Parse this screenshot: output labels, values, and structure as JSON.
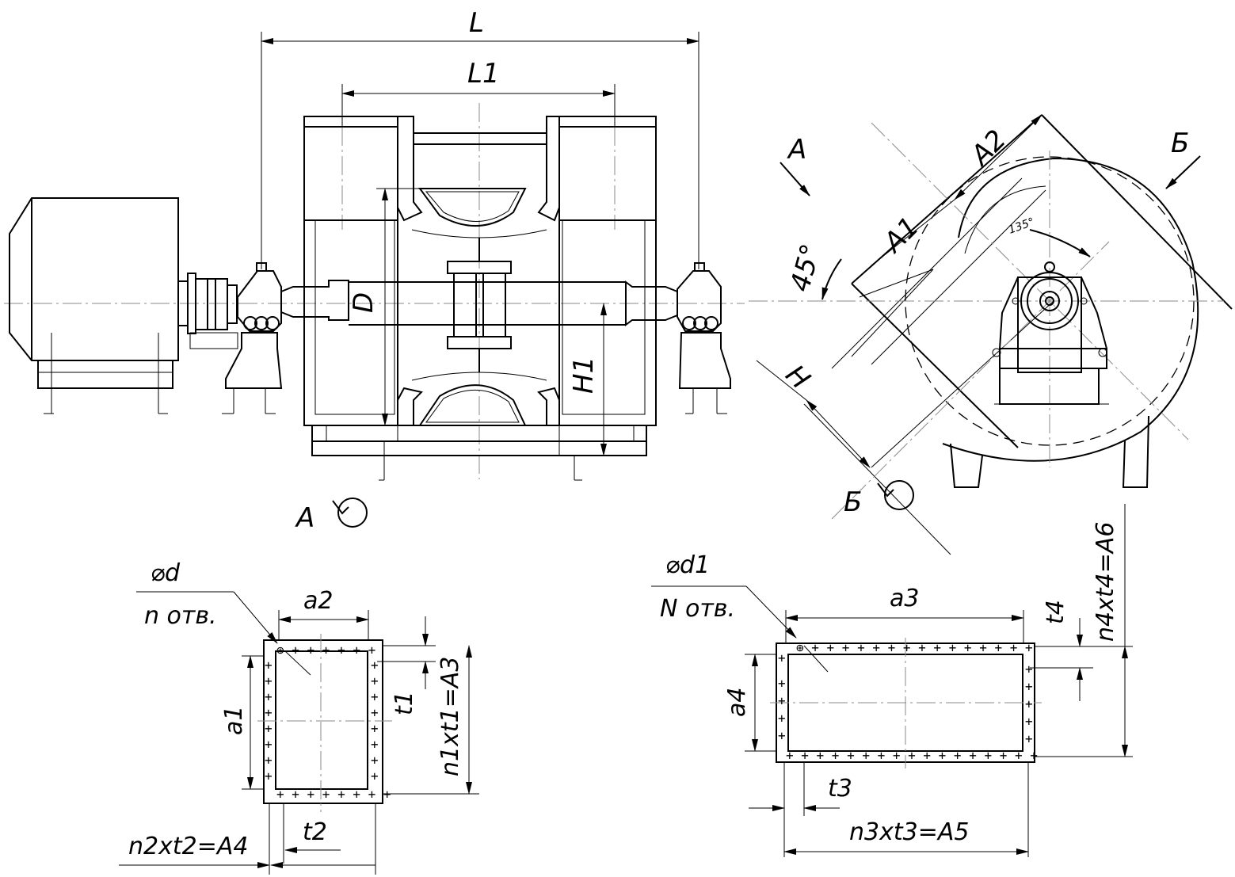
{
  "dimensions": {
    "L": "L",
    "L1": "L1",
    "D": "D",
    "H1": "H1",
    "A": "A",
    "B": "Б",
    "A1": "A1",
    "A2": "A2",
    "angle45": "45°",
    "angle135": "135°",
    "H": "H"
  },
  "view_labels": {
    "view_a": "A",
    "view_b": "Б"
  },
  "flange1": {
    "hole_dia": "⌀d",
    "hole_count": "n отв.",
    "a1": "a1",
    "a2": "a2",
    "t1": "t1",
    "t2": "t2",
    "n1": "n1xt1=A3",
    "n2": "n2xt2=A4"
  },
  "flange2": {
    "hole_dia": "⌀d1",
    "hole_count": "N отв.",
    "a3": "a3",
    "a4": "a4",
    "t3": "t3",
    "t4": "t4",
    "n3": "n3xt3=A5",
    "n4": "n4xt4=A6"
  }
}
